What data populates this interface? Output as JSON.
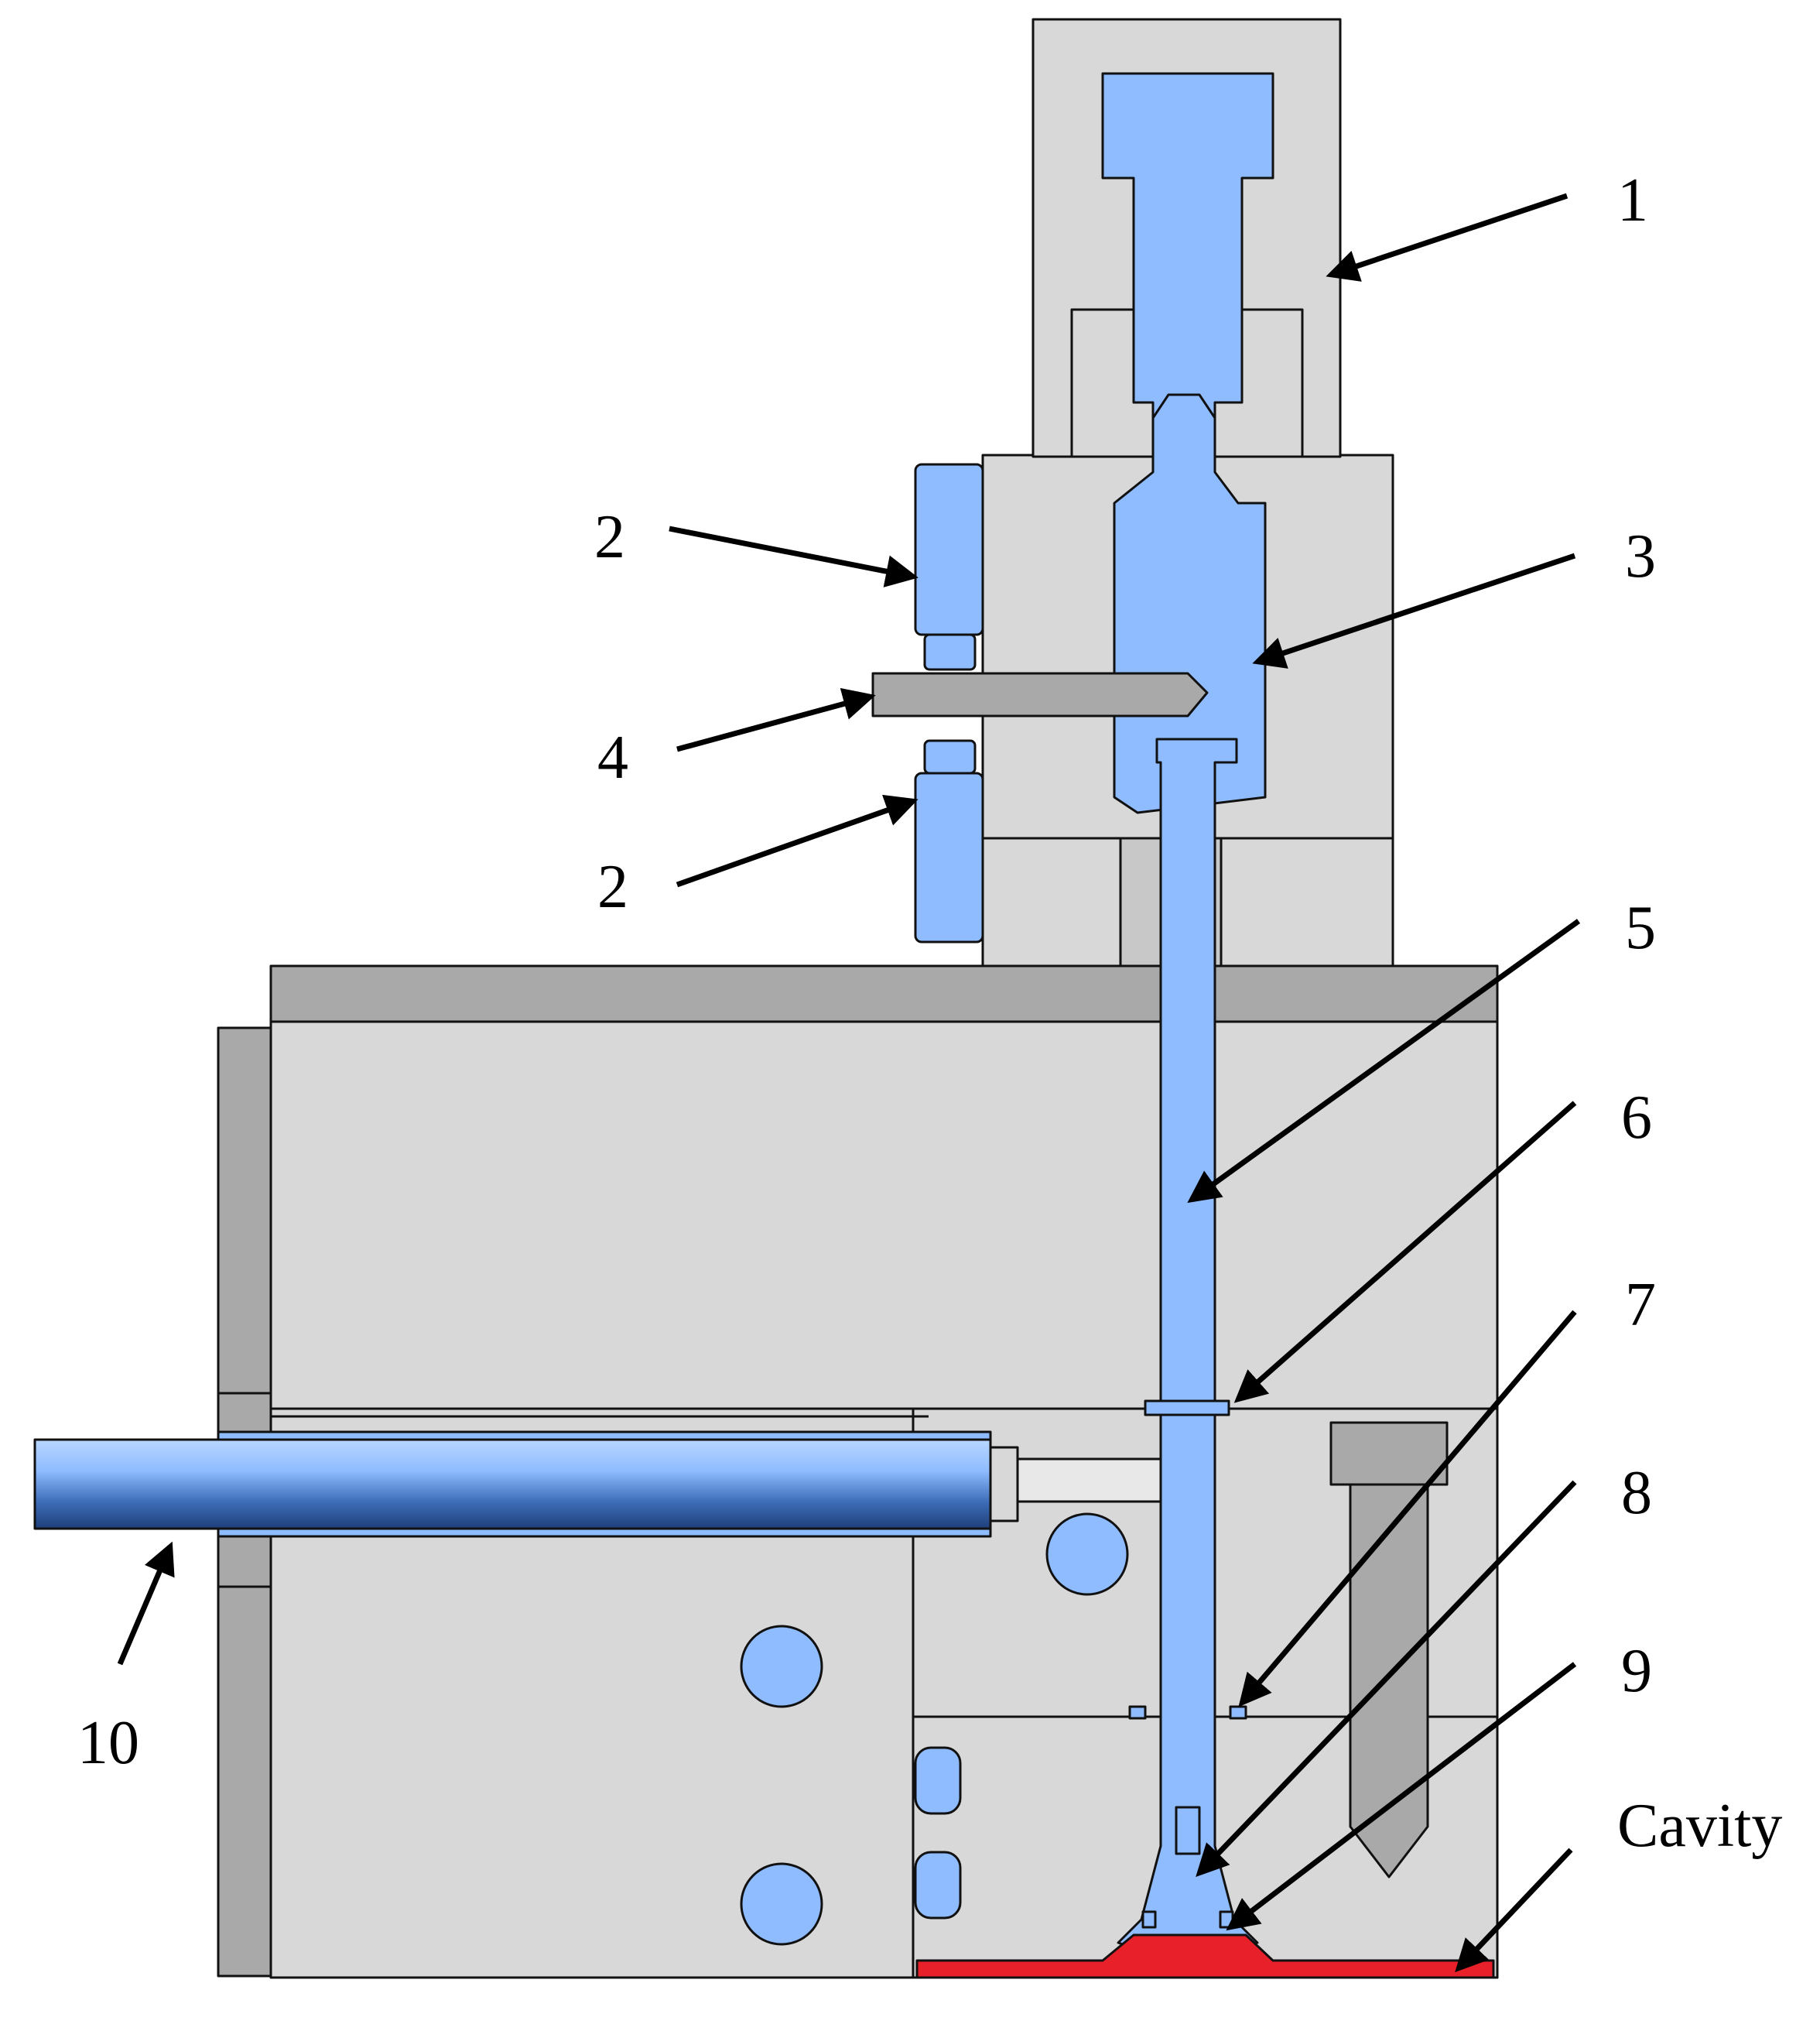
{
  "labels": {
    "l1": "1",
    "l2a": "2",
    "l3": "3",
    "l4": "4",
    "l2b": "2",
    "l5": "5",
    "l6": "6",
    "l7": "7",
    "l8": "8",
    "l9": "9",
    "l10": "10",
    "cavity": "Cavity"
  },
  "colors": {
    "housing_gray": "#d8d8d8",
    "dark_gray": "#a9a9a9",
    "part_blue": "#8fbcff",
    "melt_red": "#e8202a",
    "outline": "#111111"
  }
}
